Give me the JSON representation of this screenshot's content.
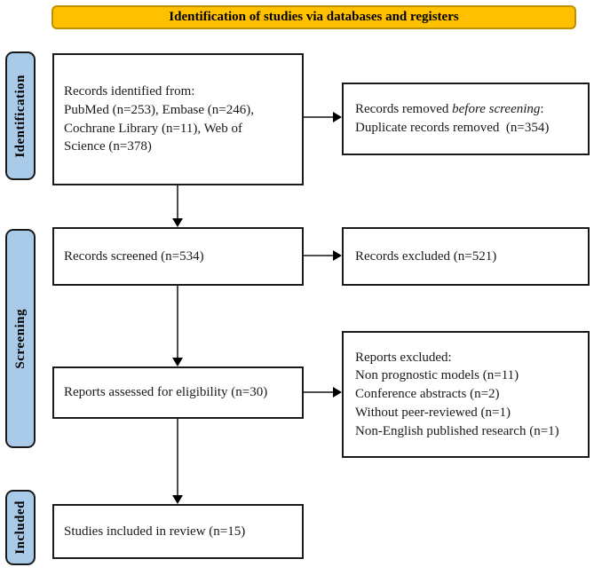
{
  "banner": {
    "label": "Identification of studies via databases and registers"
  },
  "stages": [
    {
      "label": "Identification"
    },
    {
      "label": "Screening"
    },
    {
      "label": "Included"
    }
  ],
  "boxes": {
    "records_identified": {
      "lines": [
        "Records identified from:",
        "PubMed (n=253), Embase (n=246),",
        "Cochrane Library (n=11), Web of",
        "Science (n=378)"
      ]
    },
    "records_removed": {
      "line1_prefix": "Records removed ",
      "line1_italic": "before screening",
      "line1_suffix": ":",
      "line2": "Duplicate records removed  (n=354)"
    },
    "records_screened": {
      "text": "Records screened (n=534)"
    },
    "records_excluded": {
      "text": "Records excluded (n=521)"
    },
    "reports_assessed": {
      "text": "Reports assessed for eligibility (n=30)"
    },
    "reports_excluded": {
      "lines": [
        "Reports excluded:",
        "Non prognostic models (n=11)",
        "Conference abstracts (n=2)",
        "Without peer-reviewed (n=1)",
        "Non-English published research (n=1)"
      ]
    },
    "studies_included": {
      "text": "Studies included in review (n=15)"
    }
  },
  "colors": {
    "banner_bg": "#FFC000",
    "banner_border": "#BF8F00",
    "stage_bg": "#A9CBE9",
    "box_border": "#1a1a1a",
    "arrow_line": "#4d4d4d",
    "arrow_head": "#000000"
  }
}
